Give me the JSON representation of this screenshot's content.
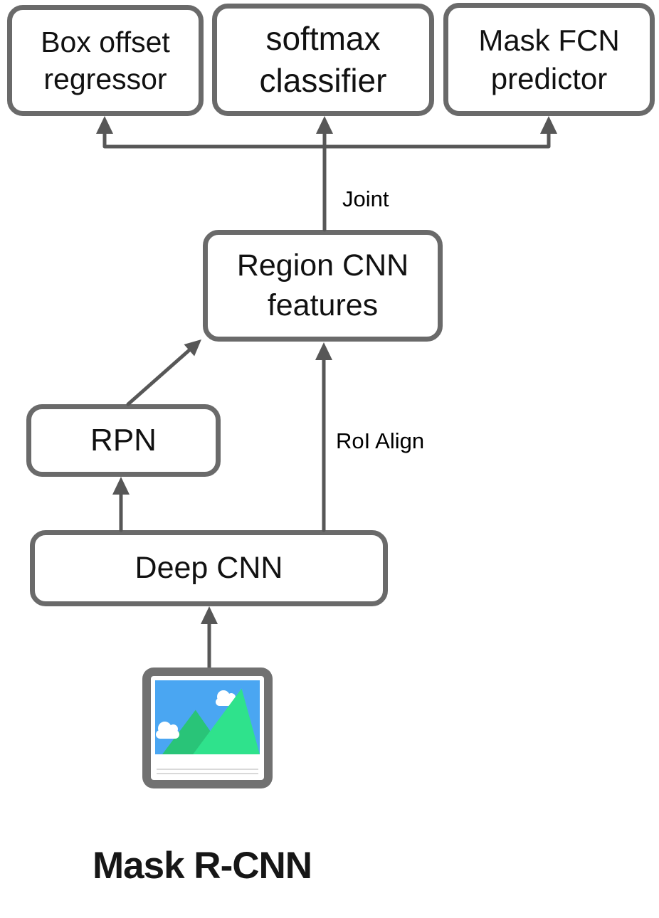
{
  "diagram": {
    "title": "Mask R-CNN",
    "nodes": {
      "box_offset": {
        "label": "Box offset\nregressor"
      },
      "softmax": {
        "label": "softmax\nclassifier"
      },
      "mask_fcn": {
        "label": "Mask FCN\npredictor"
      },
      "region_cnn": {
        "label": "Region CNN\nfeatures"
      },
      "rpn": {
        "label": "RPN"
      },
      "deep_cnn": {
        "label": "Deep CNN"
      }
    },
    "edge_labels": {
      "joint": "Joint",
      "roi_align": "RoI Align"
    },
    "input_icon": "image-icon",
    "colors": {
      "background": "#ffffff",
      "box_border": "#6a6a6a",
      "box_fill": "#ffffff",
      "arrow": "#575757",
      "text": "#111111",
      "icon_frame": "#717171",
      "icon_sky": "#4aa6f2",
      "icon_mountain_front": "#2fe28c",
      "icon_mountain_back": "#29c478",
      "icon_cloud": "#ffffff"
    }
  }
}
